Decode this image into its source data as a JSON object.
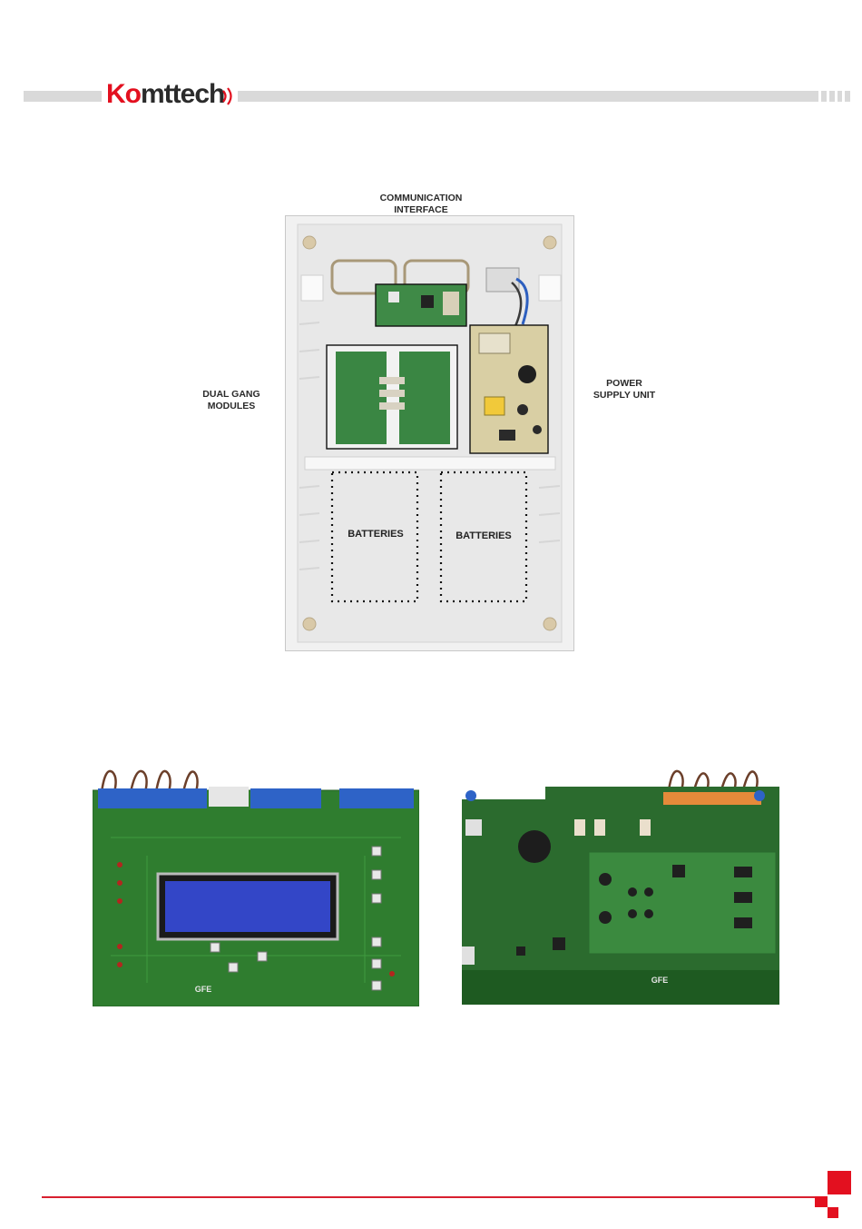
{
  "header": {
    "logo_prefix": "Ko",
    "logo_suffix": "mttech",
    "brand_color": "#e3101f"
  },
  "diagram": {
    "labels": {
      "communication_line1": "COMMUNICATION",
      "communication_line2": "INTERFACE",
      "dual_gang_line1": "DUAL GANG",
      "dual_gang_line2": "MODULES",
      "power_line1": "POWER",
      "power_line2": "SUPPLY UNIT",
      "battery_left": "BATTERIES",
      "battery_right": "BATTERIES"
    }
  },
  "board_left": {
    "silkscreen_logo": "GFE",
    "display_color": "#3346c7",
    "pcb_color": "#2f7d2f"
  },
  "board_right": {
    "silkscreen_logo": "GFE",
    "pcb_color": "#2b6b2e"
  },
  "footer": {
    "accent_color": "#d8202f"
  }
}
